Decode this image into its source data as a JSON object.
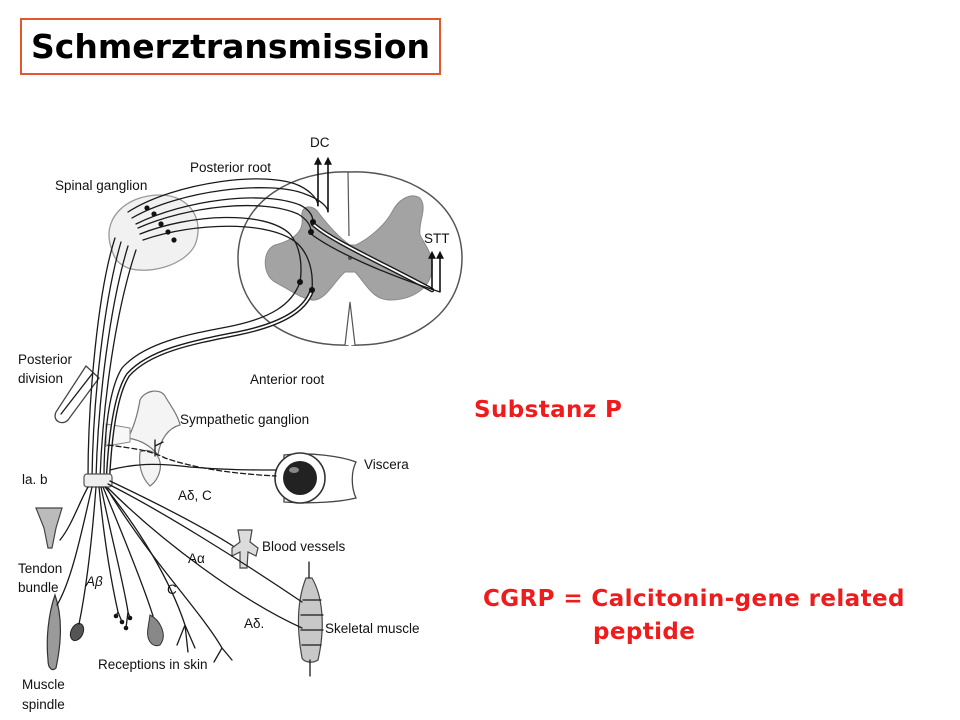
{
  "slide": {
    "title": "Schmerztransmission",
    "title_border_color": "#e2582c",
    "annotation_color": "#ee1c1c",
    "substance_p": "Substanz P",
    "cgrp_line1": "CGRP = Calcitonin-gene related",
    "cgrp_line2": "peptide"
  },
  "diagram": {
    "labels": {
      "dc": "DC",
      "posterior_root": "Posterior root",
      "spinal_ganglion": "Spinal ganglion",
      "stt": "STT",
      "posterior_division_1": "Posterior",
      "posterior_division_2": "division",
      "anterior_root": "Anterior root",
      "sympathetic_ganglion": "Sympathetic ganglion",
      "viscera": "Viscera",
      "ia_b": "la. b",
      "a_delta_c": "Aδ, C",
      "blood_vessels": "Blood vessels",
      "a_alpha": "Aα",
      "tendon_1": "Tendon",
      "tendon_2": "bundle",
      "a_beta": "Aβ",
      "c": "C",
      "a_delta": "Aδ.",
      "skeletal_muscle": "Skeletal muscle",
      "receptions_skin": "Receptions in skin",
      "muscle_1": "Muscle",
      "muscle_2": "spindle"
    }
  }
}
